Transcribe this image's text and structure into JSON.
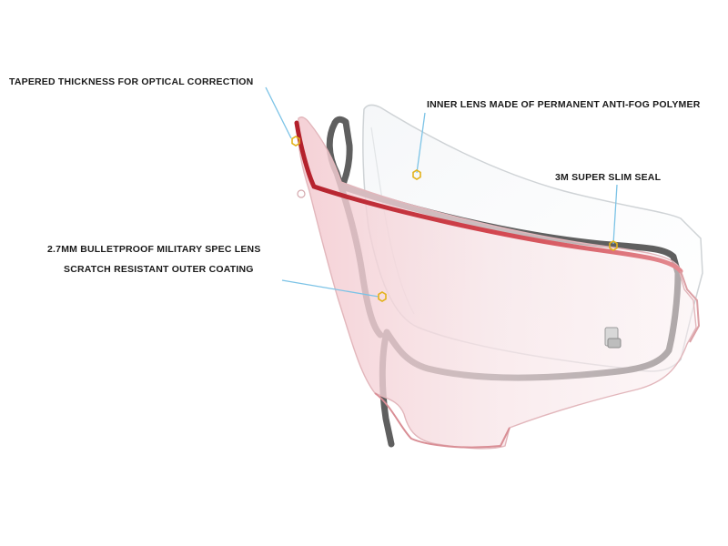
{
  "callouts": {
    "tapered": "TAPERED THICKNESS FOR OPTICAL CORRECTION",
    "inner_lens": "INNER LENS MADE OF PERMANENT ANTI-FOG POLYMER",
    "seal": "3M SUPER SLIM SEAL",
    "bulletproof": "2.7MM BULLETPROOF MILITARY SPEC LENS",
    "scratch": "SCRATCH RESISTANT OUTER COATING"
  },
  "colors": {
    "leader_line": "#7cc3e6",
    "marker": "#e3b21b",
    "outer_lens_tint": "#f6dde0",
    "outer_lens_edge": "#c8323c",
    "seal": "#5a5a5a",
    "inner_lens_edge": "#c9c9c9",
    "text": "#1a1a1a"
  }
}
